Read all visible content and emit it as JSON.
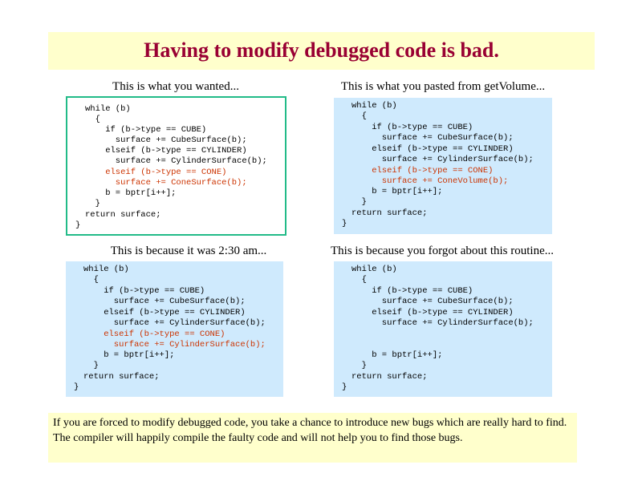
{
  "title": "Having to modify debugged code is bad.",
  "panels": [
    {
      "caption": "This is what you wanted...",
      "lines": [
        {
          "text": "while (b)",
          "red": false
        },
        {
          "text": "  {",
          "red": false
        },
        {
          "text": "    if (b->type == CUBE)",
          "red": false
        },
        {
          "text": "      surface += CubeSurface(b);",
          "red": false
        },
        {
          "text": "    elseif (b->type == CYLINDER)",
          "red": false
        },
        {
          "text": "      surface += CylinderSurface(b);",
          "red": false
        },
        {
          "text": "    elseif (b->type == CONE)",
          "red": true
        },
        {
          "text": "      surface += ConeSurface(b);",
          "red": true
        },
        {
          "text": "    b = bptr[i++];",
          "red": false
        },
        {
          "text": "  }",
          "red": false
        },
        {
          "text": "return surface;",
          "red": false
        },
        {
          "text": "}",
          "red": false
        }
      ]
    },
    {
      "caption": "This is what you pasted from getVolume...",
      "lines": [
        {
          "text": "while (b)",
          "red": false
        },
        {
          "text": "  {",
          "red": false
        },
        {
          "text": "    if (b->type == CUBE)",
          "red": false
        },
        {
          "text": "      surface += CubeSurface(b);",
          "red": false
        },
        {
          "text": "    elseif (b->type == CYLINDER)",
          "red": false
        },
        {
          "text": "      surface += CylinderSurface(b);",
          "red": false
        },
        {
          "text": "    elseif (b->type == CONE)",
          "red": true
        },
        {
          "text": "      surface += ConeVolume(b);",
          "red": true
        },
        {
          "text": "    b = bptr[i++];",
          "red": false
        },
        {
          "text": "  }",
          "red": false
        },
        {
          "text": "return surface;",
          "red": false
        },
        {
          "text": "}",
          "red": false
        }
      ]
    },
    {
      "caption": "This is because it was 2:30 am...",
      "lines": [
        {
          "text": "while (b)",
          "red": false
        },
        {
          "text": "  {",
          "red": false
        },
        {
          "text": "    if (b->type == CUBE)",
          "red": false
        },
        {
          "text": "      surface += CubeSurface(b);",
          "red": false
        },
        {
          "text": "    elseif (b->type == CYLINDER)",
          "red": false
        },
        {
          "text": "      surface += CylinderSurface(b);",
          "red": false
        },
        {
          "text": "    elseif (b->type == CONE)",
          "red": true
        },
        {
          "text": "      surface += CylinderSurface(b);",
          "red": true
        },
        {
          "text": "    b = bptr[i++];",
          "red": false
        },
        {
          "text": "  }",
          "red": false
        },
        {
          "text": "return surface;",
          "red": false
        },
        {
          "text": "}",
          "red": false
        }
      ]
    },
    {
      "caption": "This is because you forgot about this routine...",
      "lines": [
        {
          "text": "while (b)",
          "red": false
        },
        {
          "text": "  {",
          "red": false
        },
        {
          "text": "    if (b->type == CUBE)",
          "red": false
        },
        {
          "text": "      surface += CubeSurface(b);",
          "red": false
        },
        {
          "text": "    elseif (b->type == CYLINDER)",
          "red": false
        },
        {
          "text": "      surface += CylinderSurface(b);",
          "red": false
        },
        {
          "text": "",
          "red": false
        },
        {
          "text": "",
          "red": false
        },
        {
          "text": "    b = bptr[i++];",
          "red": false
        },
        {
          "text": "  }",
          "red": false
        },
        {
          "text": "return surface;",
          "red": false
        },
        {
          "text": "}",
          "red": false
        }
      ]
    }
  ],
  "note": {
    "line1": "If you are forced to modify debugged code, you take a chance to introduce new bugs which are really hard to find.",
    "line2": "The compiler will happily compile the faulty code and will not help you to find those bugs."
  },
  "colors": {
    "title": "#990033",
    "title_bg": "#ffffcc",
    "code_bg": "#cfeafd",
    "highlight_border": "#22bb88",
    "changed_code": "#cc3300"
  }
}
